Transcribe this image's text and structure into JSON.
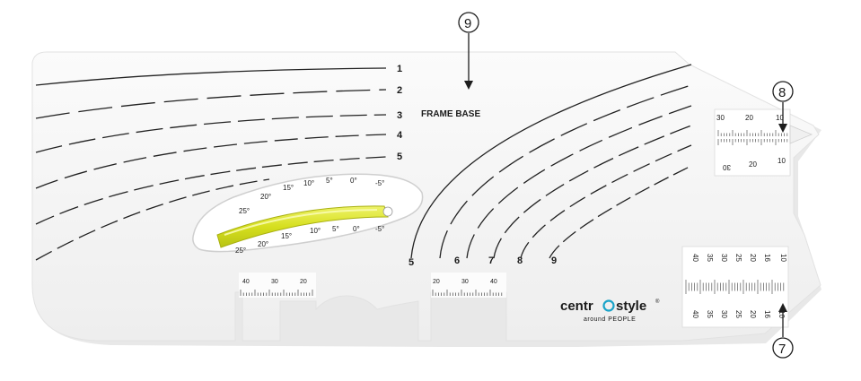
{
  "callouts": {
    "top": "9",
    "right_upper": "8",
    "right_lower": "7"
  },
  "labels": {
    "frame_base": "FRAME BASE",
    "arc_numbers_left": [
      "1",
      "2",
      "3",
      "4",
      "5"
    ],
    "arc_numbers_bottom": [
      "5",
      "6",
      "7",
      "8",
      "9"
    ]
  },
  "level": {
    "top_angles": [
      "25°",
      "20°",
      "15°",
      "10°",
      "5°",
      "0°",
      "-5°"
    ],
    "bottom_angles": [
      "25°",
      "20°",
      "15°",
      "10°",
      "5°",
      "0°",
      "-5°"
    ]
  },
  "scales": {
    "left_ruler": [
      "40",
      "30",
      "20"
    ],
    "middle_ruler": [
      "20",
      "30",
      "40"
    ],
    "right_upper_top": [
      "30",
      "20",
      "10"
    ],
    "right_upper_bottom": [
      "30",
      "20",
      "10"
    ],
    "right_lower_top": [
      "40",
      "35",
      "30",
      "25",
      "20",
      "16",
      "10"
    ],
    "right_lower_bottom": [
      "40",
      "35",
      "30",
      "25",
      "20",
      "16",
      "10"
    ]
  },
  "brand": {
    "name_left": "centr",
    "name_right": "style",
    "trademark": "®",
    "tagline": "around PEOPLE"
  },
  "colors": {
    "board": "#f7f7f7",
    "level_fluid": "#d8e02a",
    "brand_accent": "#1aa3c8",
    "lines": "#222222"
  }
}
